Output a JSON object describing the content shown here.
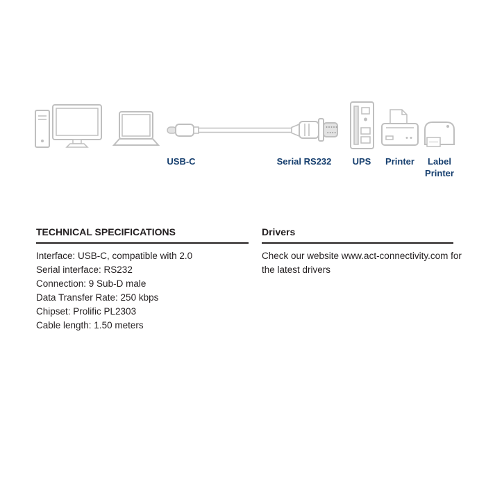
{
  "illustration": {
    "labels": {
      "usb_c": "USB-C",
      "serial": "Serial RS232",
      "ups": "UPS",
      "printer": "Printer",
      "label_printer": "Label Printer"
    },
    "devices": [
      "desktop-computer",
      "laptop",
      "usb-c-cable",
      "serial-rs232-connector",
      "ups",
      "printer",
      "label-printer"
    ]
  },
  "specs": {
    "heading": "TECHNICAL SPECIFICATIONS",
    "items": [
      "Interface: USB-C, compatible with 2.0",
      "Serial interface: RS232",
      "Connection: 9 Sub-D male",
      "Data Transfer Rate: 250 kbps",
      "Chipset: Prolific PL2303",
      "Cable length: 1.50 meters"
    ]
  },
  "drivers": {
    "heading": "Drivers",
    "text": "Check our website www.act-connectivity.com for the latest drivers"
  },
  "colors": {
    "label_blue": "#153e6e",
    "device_gray": "#bfbfbf",
    "text_black": "#231f20",
    "background": "#ffffff"
  }
}
